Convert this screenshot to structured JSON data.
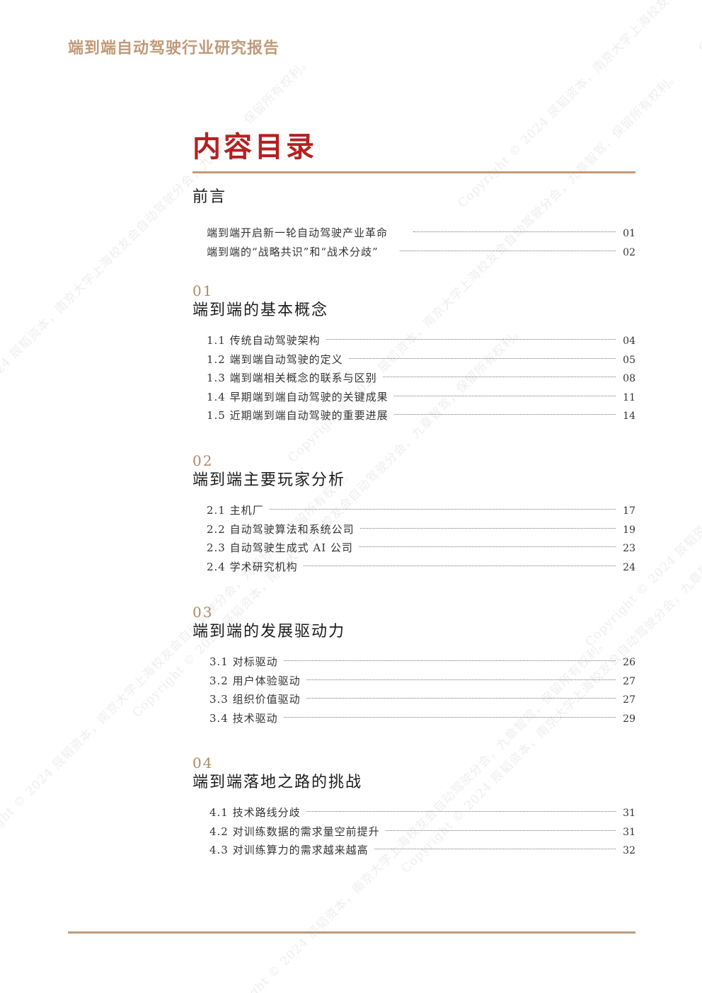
{
  "header": {
    "title": "端到端自动驾驶行业研究报告"
  },
  "toc": {
    "title": "内容目录",
    "preface": {
      "title": "前言",
      "items": [
        {
          "label": "端到端开启新一轮自动驾驶产业革命",
          "page": "01"
        },
        {
          "label": "端到端的“战略共识”和“战术分歧”",
          "page": "02"
        }
      ]
    },
    "sections": [
      {
        "num": "01",
        "title": "端到端的基本概念",
        "items": [
          {
            "label": "1.1 传统自动驾驶架构",
            "page": "04"
          },
          {
            "label": "1.2 端到端自动驾驶的定义",
            "page": "05"
          },
          {
            "label": "1.3 端到端相关概念的联系与区别",
            "page": "08"
          },
          {
            "label": "1.4 早期端到端自动驾驶的关键成果",
            "page": "11"
          },
          {
            "label": "1.5 近期端到端自动驾驶的重要进展",
            "page": "14"
          }
        ]
      },
      {
        "num": "02",
        "title": "端到端主要玩家分析",
        "items": [
          {
            "label": "2.1 主机厂",
            "page": "17"
          },
          {
            "label": "2.2 自动驾驶算法和系统公司",
            "page": "19"
          },
          {
            "label": "2.3 自动驾驶生成式 AI 公司",
            "page": "23"
          },
          {
            "label": "2.4 学术研究机构",
            "page": "24"
          }
        ]
      },
      {
        "num": "03",
        "title": "端到端的发展驱动力",
        "items": [
          {
            "label": "3.1 对标驱动",
            "page": "26"
          },
          {
            "label": "3.2 用户体验驱动",
            "page": "27"
          },
          {
            "label": "3.3 组织价值驱动",
            "page": "27"
          },
          {
            "label": "3.4 技术驱动",
            "page": "29"
          }
        ]
      },
      {
        "num": "04",
        "title": "端到端落地之路的挑战",
        "items": [
          {
            "label": "4.1 技术路线分歧",
            "page": "31"
          },
          {
            "label": "4.2 对训练数据的需求量空前提升",
            "page": "31"
          },
          {
            "label": "4.3 对训练算力的需求越来越高",
            "page": "32"
          }
        ]
      }
    ]
  },
  "watermark": {
    "text": "Copyright © 2024 辰韬资本，南京大学上海校友会自动驾驶分会，九章智驾，保留所有权利。"
  },
  "colors": {
    "title_red": "#b22222",
    "accent_tan": "#c19a7b",
    "header_tan": "#c09a78"
  }
}
